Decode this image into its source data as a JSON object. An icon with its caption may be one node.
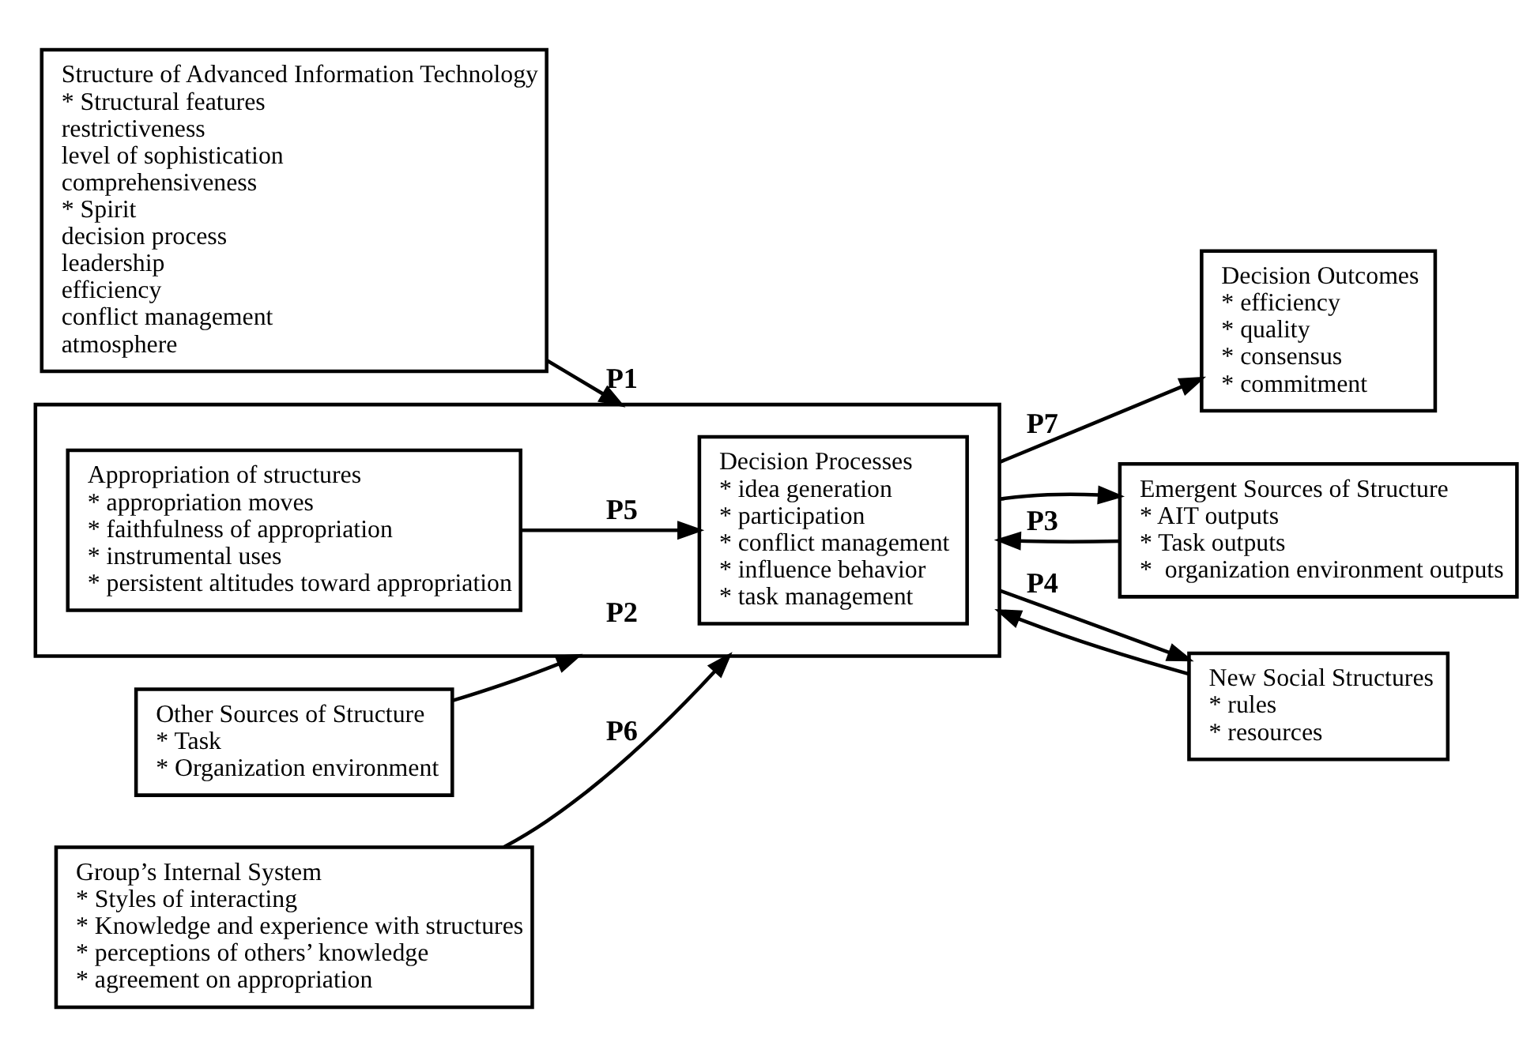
{
  "diagram": {
    "nodes": [
      {
        "text": [
          "Structure of Advanced Information Technology",
          "* Structural features",
          "restrictiveness",
          "level of sophistication",
          "comprehensiveness",
          "* Spirit",
          "decision process",
          "leadership",
          "efficiency",
          "conflict management",
          "atmosphere"
        ]
      },
      {
        "text": [],
        "shape": "box"
      },
      {
        "text": [
          "Appropriation of structures",
          "* appropriation moves",
          "* faithfulness of appropriation",
          "* instrumental uses",
          "* persistent altitudes toward appropriation"
        ],
        "in": 1
      },
      {
        "text": [
          "Decision Processes",
          "* idea generation",
          "* participation",
          "* conflict management",
          "* influence behavior",
          "* task management"
        ],
        "in": 1
      },
      {
        "text": [
          "Decision Outcomes",
          "* efficiency",
          "* quality",
          "* consensus",
          "* commitment"
        ]
      },
      {
        "text": [
          "Other Sources of Structure",
          "* Task",
          "* Organization environment"
        ]
      },
      {
        "text": [
          "Group’s Internal System",
          "* Styles of interacting",
          "* Knowledge and experience with structures",
          "* perceptions of others’ knowledge",
          "* agreement on appropriation"
        ]
      },
      {
        "text": [
          "Emergent Sources of Structure",
          "* AIT outputs",
          "* Task outputs",
          "*  organization environment outputs"
        ]
      },
      {
        "text": [
          "New Social Structures",
          "* rules",
          "* resources"
        ]
      }
    ],
    "edges": [
      {
        "from": 0,
        "to": 1,
        "arrow": "to",
        "label": "P1"
      },
      {
        "from": 5,
        "to": 1,
        "arrow": "to",
        "label": "P2"
      },
      {
        "from": 6,
        "to": 1,
        "arrow": "to",
        "label": "P6"
      },
      {
        "from": 2,
        "to": 3,
        "arrow": "to",
        "label": "P5"
      },
      {
        "from": 1,
        "to": 4,
        "arrow": "to",
        "label": "P7"
      },
      {
        "from": 1,
        "to": 7,
        "arrow": "to"
      },
      {
        "from": 7,
        "to": 1,
        "arrow": "to",
        "label": "P3"
      },
      {
        "from": 1,
        "to": 8,
        "arrow": "to",
        "label": "P4"
      },
      {
        "from": 8,
        "to": 1,
        "arrow": "to"
      }
    ]
  }
}
